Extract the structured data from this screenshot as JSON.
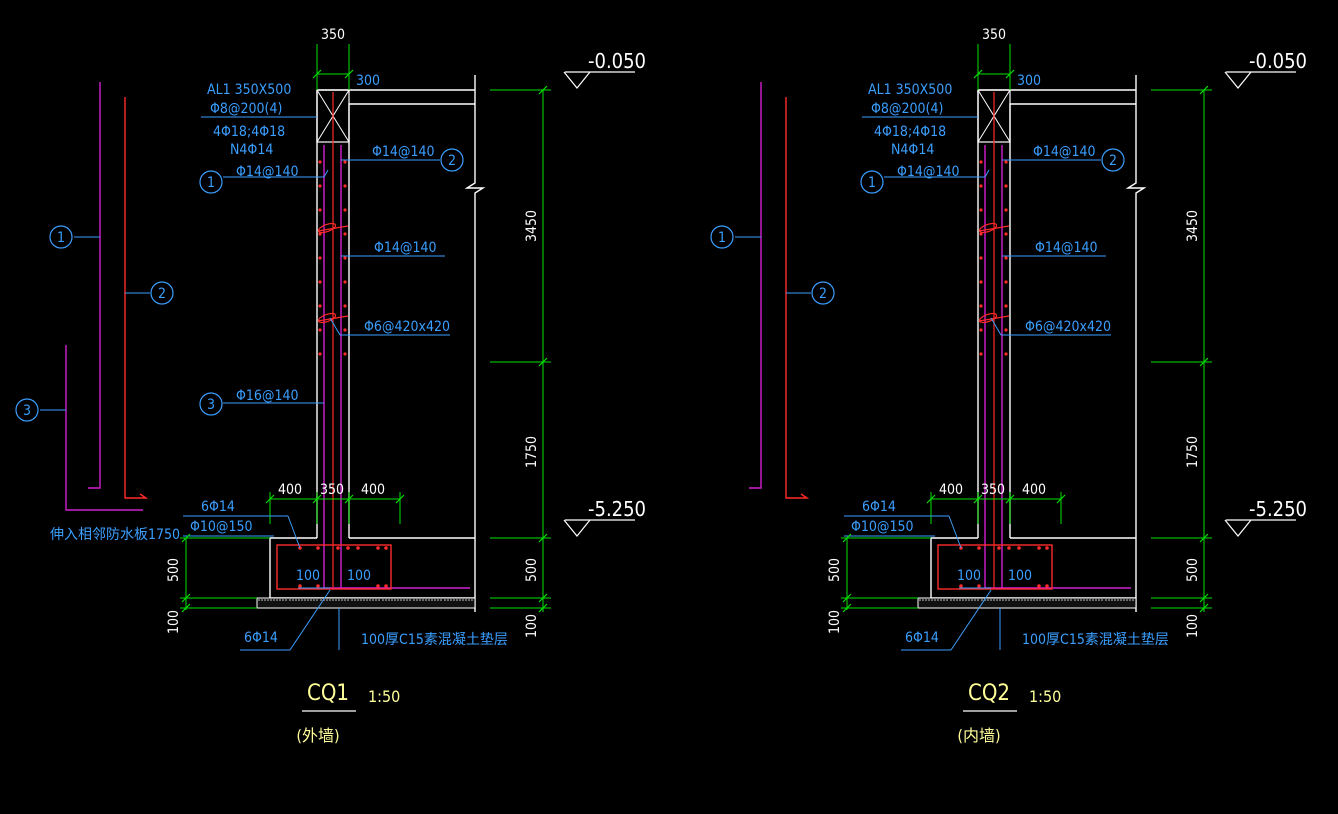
{
  "colors": {
    "wall": "#ffffff",
    "dim": "#00e000",
    "leader": "#3a9fff",
    "rebar_red": "#ff2a2a",
    "rebar_magenta": "#d020d0",
    "label_white": "#ffffff",
    "label_yellow": "#ffff9a",
    "label_blue": "#3a9fff",
    "background": "#000000"
  },
  "cq1": {
    "top_dim": "350",
    "slab_dim": "300",
    "beam_label": "AL1 350X500",
    "beam_stirrup": "Φ8@200(4)",
    "beam_main_bars": "4Φ18;4Φ18",
    "beam_side_bars": "N4Φ14",
    "rebar_1": "Φ14@140",
    "rebar_2": "Φ14@140",
    "rebar_mid": "Φ14@140",
    "rebar_tie": "Φ6@420x420",
    "rebar_3": "Φ16@140",
    "footing_bars": "6Φ14",
    "footing_stirrup": "Φ10@150",
    "footing_dims": [
      "400",
      "350",
      "400"
    ],
    "footing_inner_dims": [
      "100",
      "100"
    ],
    "bottom_bars": "6Φ14",
    "cushion_label": "100厚C15素混凝土垫层",
    "vertical_dims": [
      "3450",
      "1750",
      "500",
      "100"
    ],
    "left_dims": [
      "500",
      "100"
    ],
    "elev_top": "-0.050",
    "elev_bottom": "-5.250",
    "extend_note": "伸入相邻防水板1750",
    "marker_1": "1",
    "marker_2": "2",
    "marker_3": "3",
    "title": "CQ1",
    "scale": "1:50",
    "subtitle": "(外墙)"
  },
  "cq2": {
    "top_dim": "350",
    "slab_dim": "300",
    "beam_label": "AL1 350X500",
    "beam_stirrup": "Φ8@200(4)",
    "beam_main_bars": "4Φ18;4Φ18",
    "beam_side_bars": "N4Φ14",
    "rebar_1": "Φ14@140",
    "rebar_2": "Φ14@140",
    "rebar_mid": "Φ14@140",
    "rebar_tie": "Φ6@420x420",
    "footing_bars": "6Φ14",
    "footing_stirrup": "Φ10@150",
    "footing_dims": [
      "400",
      "350",
      "400"
    ],
    "footing_inner_dims": [
      "100",
      "100"
    ],
    "bottom_bars": "6Φ14",
    "cushion_label": "100厚C15素混凝土垫层",
    "vertical_dims": [
      "3450",
      "1750",
      "500",
      "100"
    ],
    "left_dims": [
      "500",
      "100"
    ],
    "elev_top": "-0.050",
    "elev_bottom": "-5.250",
    "marker_1": "1",
    "marker_2": "2",
    "title": "CQ2",
    "scale": "1:50",
    "subtitle": "(内墙)"
  }
}
